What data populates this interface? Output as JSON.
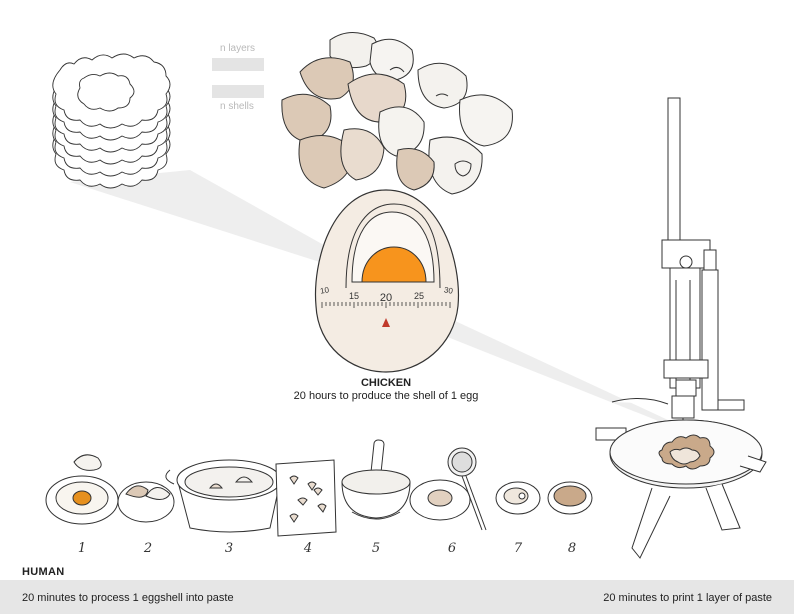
{
  "legend": {
    "layers_label": "n layers",
    "shells_label": "n shells"
  },
  "chicken": {
    "title": "CHICKEN",
    "description": "20 hours to produce the shell of 1 egg"
  },
  "timer": {
    "ticks": [
      "10",
      "15",
      "20",
      "25",
      "30"
    ],
    "fill_color": "#f7941d",
    "body_color": "#f4ece3"
  },
  "steps": [
    "1",
    "2",
    "3",
    "4",
    "5",
    "6",
    "7",
    "8"
  ],
  "human": {
    "title": "HUMAN",
    "process_text": "20 minutes to process 1 eggshell into paste",
    "print_text": "20 minutes to print 1 layer of paste"
  },
  "colors": {
    "shell_outside": "#dcc9b6",
    "shell_inside": "#f5f3ef",
    "paste": "#c9a98a",
    "bar": "#e6e6e6"
  }
}
